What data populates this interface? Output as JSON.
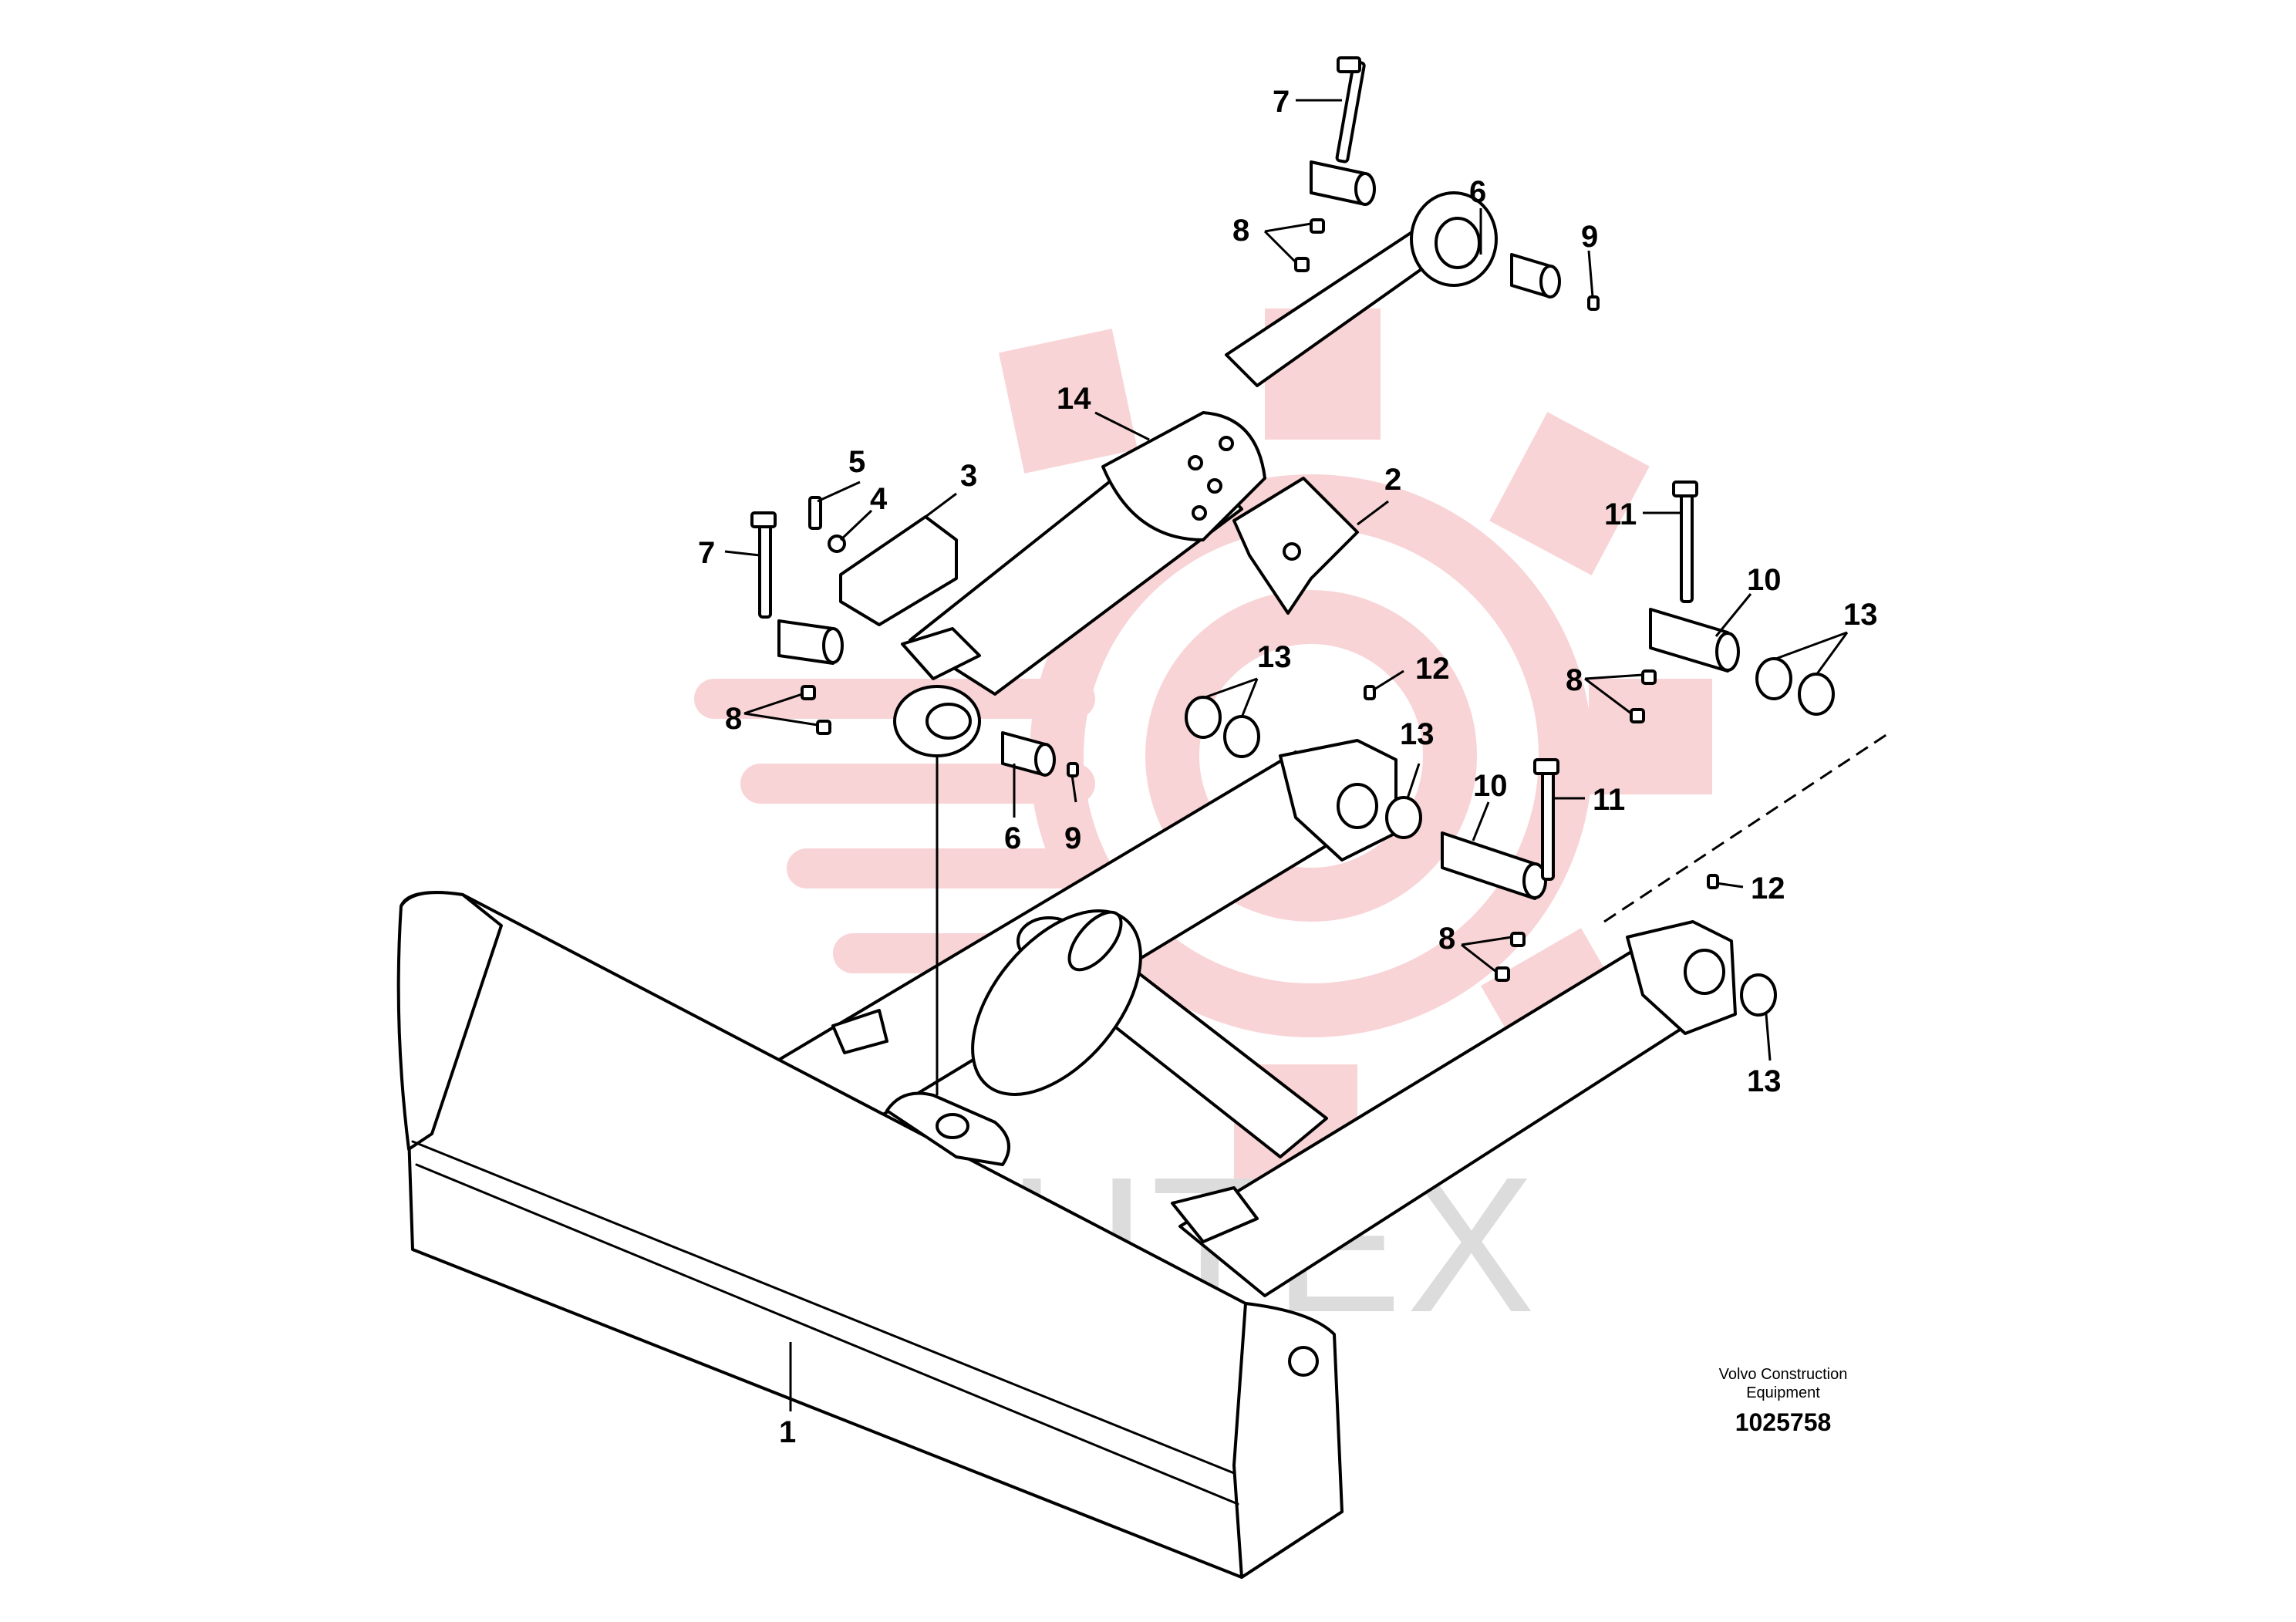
{
  "watermark": {
    "text": "ИНТЕХ",
    "color": "#dcdcdc",
    "logo_color": "#f9d4d6",
    "logo_icon": "gear-logo-icon"
  },
  "callouts": {
    "c1": "1",
    "c2": "2",
    "c3": "3",
    "c4": "4",
    "c5": "5",
    "c6a": "6",
    "c6b": "6",
    "c7a": "7",
    "c7b": "7",
    "c8a": "8",
    "c8b": "8",
    "c8c": "8",
    "c8d": "8",
    "c9a": "9",
    "c9b": "9",
    "c10a": "10",
    "c10b": "10",
    "c11a": "11",
    "c11b": "11",
    "c12a": "12",
    "c12b": "12",
    "c13a": "13",
    "c13b": "13",
    "c13c": "13",
    "c13d": "13",
    "c14": "14"
  },
  "credit": {
    "line1": "Volvo Construction",
    "line2": "Equipment",
    "ref": "1025758"
  }
}
